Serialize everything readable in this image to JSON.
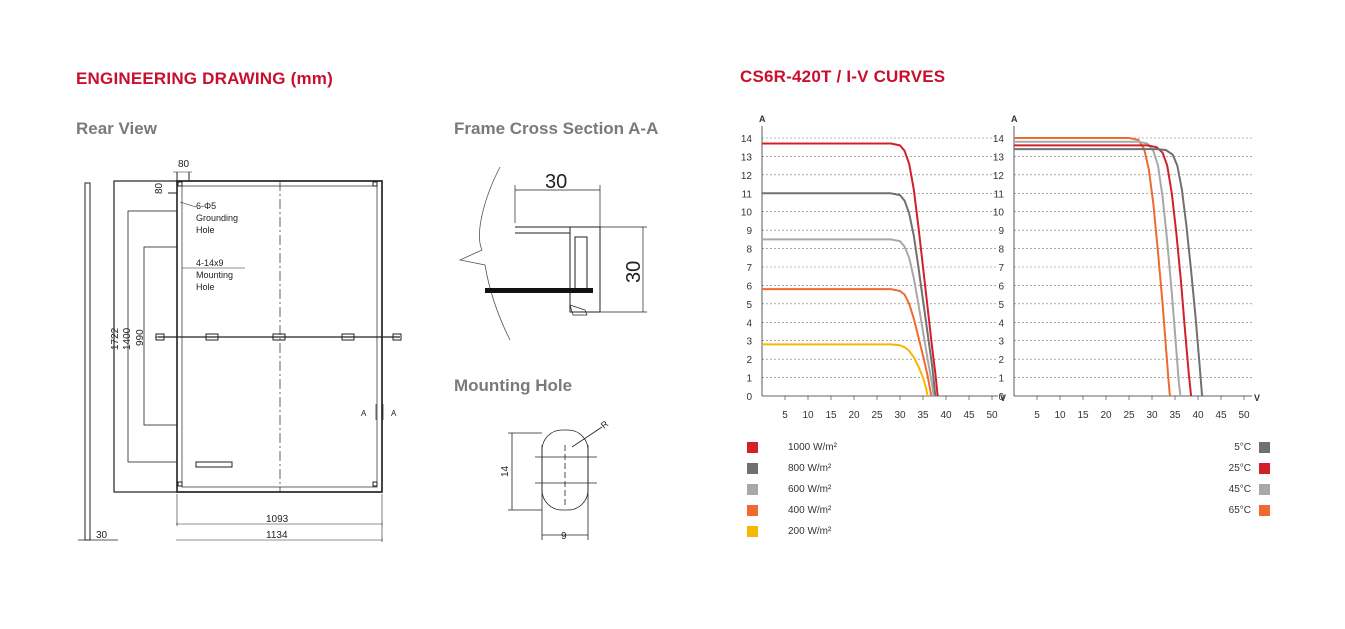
{
  "left": {
    "title": "ENGINEERING DRAWING (mm)",
    "rear_view": {
      "title": "Rear View",
      "dims": {
        "height_total": "1722",
        "h1400": "1400",
        "h990": "990",
        "width_inner": "1093",
        "width_total": "1134",
        "thickness": "30",
        "corner_w": "80",
        "corner_h": "80"
      },
      "labels": {
        "grounding_line1": "6-Φ5",
        "grounding_line2": "Grounding",
        "grounding_line3": "Hole",
        "mount_line1": "4-14x9",
        "mount_line2": "Mounting",
        "mount_line3": "Hole",
        "section_a1": "A",
        "section_a2": "A"
      }
    },
    "frame_section": {
      "title": "Frame Cross Section A-A",
      "dim_w": "30",
      "dim_h": "30"
    },
    "mounting_hole": {
      "title": "Mounting Hole",
      "dim_h": "14",
      "dim_w": "9",
      "radius": "R"
    }
  },
  "right": {
    "title": "CS6R-420T / I-V CURVES",
    "colors": {
      "c1000": "#d0202a",
      "c800": "#707070",
      "c600": "#a8a8a8",
      "c400": "#ef6a30",
      "c200": "#f5b800"
    },
    "chart_data": [
      {
        "type": "line",
        "xlabel": "V",
        "ylabel": "A",
        "xlim": [
          0,
          50
        ],
        "ylim": [
          0,
          14
        ],
        "x_ticks": [
          5,
          10,
          15,
          20,
          25,
          30,
          35,
          40,
          45,
          50
        ],
        "y_ticks": [
          0,
          1,
          2,
          3,
          4,
          5,
          6,
          7,
          8,
          9,
          10,
          11,
          12,
          13,
          14
        ],
        "grid": "horizontal dashed",
        "series": [
          {
            "name": "1000 W/m²",
            "color": "#d0202a",
            "points": [
              [
                0,
                13.7
              ],
              [
                28,
                13.7
              ],
              [
                30,
                13.6
              ],
              [
                31,
                13.3
              ],
              [
                32,
                12.6
              ],
              [
                33,
                11.2
              ],
              [
                34,
                9.2
              ],
              [
                35,
                7.0
              ],
              [
                36,
                4.8
              ],
              [
                37,
                2.6
              ],
              [
                37.7,
                1.2
              ],
              [
                38.2,
                0
              ]
            ]
          },
          {
            "name": "800 W/m²",
            "color": "#707070",
            "points": [
              [
                0,
                11.0
              ],
              [
                28,
                11.0
              ],
              [
                30,
                10.9
              ],
              [
                31,
                10.6
              ],
              [
                32,
                9.9
              ],
              [
                33,
                8.7
              ],
              [
                34,
                7.0
              ],
              [
                35,
                5.2
              ],
              [
                36,
                3.4
              ],
              [
                37,
                1.6
              ],
              [
                37.7,
                0
              ]
            ]
          },
          {
            "name": "600 W/m²",
            "color": "#a8a8a8",
            "points": [
              [
                0,
                8.5
              ],
              [
                28,
                8.5
              ],
              [
                30,
                8.4
              ],
              [
                31,
                8.1
              ],
              [
                32,
                7.5
              ],
              [
                33,
                6.4
              ],
              [
                34,
                5.0
              ],
              [
                35,
                3.5
              ],
              [
                36,
                2.0
              ],
              [
                37,
                0.6
              ],
              [
                37.3,
                0
              ]
            ]
          },
          {
            "name": "400 W/m²",
            "color": "#ef6a30",
            "points": [
              [
                0,
                5.8
              ],
              [
                28,
                5.8
              ],
              [
                30,
                5.7
              ],
              [
                31,
                5.5
              ],
              [
                32,
                5.0
              ],
              [
                33,
                4.2
              ],
              [
                34,
                3.2
              ],
              [
                35,
                2.2
              ],
              [
                36,
                1.1
              ],
              [
                36.8,
                0
              ]
            ]
          },
          {
            "name": "200 W/m²",
            "color": "#f5b800",
            "points": [
              [
                0,
                2.8
              ],
              [
                28,
                2.8
              ],
              [
                30,
                2.75
              ],
              [
                31,
                2.65
              ],
              [
                32,
                2.45
              ],
              [
                33,
                2.1
              ],
              [
                34,
                1.6
              ],
              [
                35,
                1.0
              ],
              [
                35.7,
                0.4
              ],
              [
                36,
                0
              ]
            ]
          }
        ],
        "legend_position": "bottom-left"
      },
      {
        "type": "line",
        "xlabel": "V",
        "ylabel": "A",
        "xlim": [
          0,
          50
        ],
        "ylim": [
          0,
          14
        ],
        "x_ticks": [
          5,
          10,
          15,
          20,
          25,
          30,
          35,
          40,
          45,
          50
        ],
        "y_ticks": [
          0,
          1,
          2,
          3,
          4,
          5,
          6,
          7,
          8,
          9,
          10,
          11,
          12,
          13,
          14
        ],
        "grid": "horizontal dashed",
        "series": [
          {
            "name": "5°C",
            "color": "#707070",
            "points": [
              [
                0,
                13.4
              ],
              [
                31,
                13.4
              ],
              [
                33,
                13.35
              ],
              [
                34.5,
                13.1
              ],
              [
                35.5,
                12.5
              ],
              [
                36.5,
                11.2
              ],
              [
                37.5,
                9.2
              ],
              [
                38.5,
                6.8
              ],
              [
                39.5,
                4.2
              ],
              [
                40.3,
                1.8
              ],
              [
                40.9,
                0
              ]
            ]
          },
          {
            "name": "25°C",
            "color": "#d0202a",
            "points": [
              [
                0,
                13.6
              ],
              [
                29,
                13.6
              ],
              [
                31,
                13.5
              ],
              [
                32.3,
                13.2
              ],
              [
                33.3,
                12.5
              ],
              [
                34.3,
                11.0
              ],
              [
                35.3,
                8.8
              ],
              [
                36.3,
                6.2
              ],
              [
                37.2,
                3.5
              ],
              [
                38,
                1.2
              ],
              [
                38.5,
                0
              ]
            ]
          },
          {
            "name": "45°C",
            "color": "#a8a8a8",
            "points": [
              [
                0,
                13.8
              ],
              [
                27,
                13.8
              ],
              [
                29,
                13.7
              ],
              [
                30.3,
                13.3
              ],
              [
                31.3,
                12.5
              ],
              [
                32.3,
                10.8
              ],
              [
                33.3,
                8.4
              ],
              [
                34.3,
                5.6
              ],
              [
                35.2,
                2.8
              ],
              [
                35.8,
                0.8
              ],
              [
                36.2,
                0
              ]
            ]
          },
          {
            "name": "65°C",
            "color": "#ef6a30",
            "points": [
              [
                0,
                14.0
              ],
              [
                25,
                14.0
              ],
              [
                27,
                13.9
              ],
              [
                28.3,
                13.4
              ],
              [
                29.3,
                12.3
              ],
              [
                30.3,
                10.4
              ],
              [
                31.3,
                7.8
              ],
              [
                32.3,
                5.0
              ],
              [
                33.1,
                2.4
              ],
              [
                33.6,
                0.8
              ],
              [
                33.9,
                0
              ]
            ]
          }
        ],
        "legend_position": "bottom-right"
      }
    ]
  }
}
